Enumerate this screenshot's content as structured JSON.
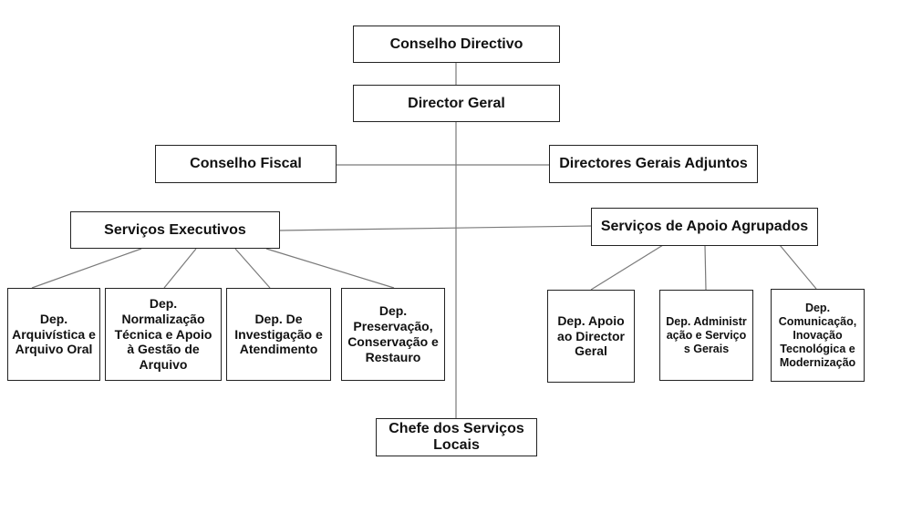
{
  "diagram": {
    "type": "org-chart",
    "top": {
      "board": "Conselho Directivo",
      "director": "Director Geral"
    },
    "second_level": {
      "left": "Conselho Fiscal",
      "right": "Directores Gerais Adjuntos"
    },
    "services": {
      "executive": {
        "label": "Serviços Executivos",
        "departments": [
          "Dep. Arquivística e Arquivo Oral",
          "Dep. Normalização Técnica e Apoio à Gestão de Arquivo",
          "Dep. De Investigação e Atendimento",
          "Dep. Preservação, Conservação e Restauro"
        ]
      },
      "support": {
        "label": "Serviços de Apoio Agrupados",
        "departments": [
          "Dep. Apoio ao Director Geral",
          "Dep. Administração e Serviços Gerais",
          "Dep. Comunicação, Inovação Tecnológica e Modernização"
        ]
      }
    },
    "bottom": "Chefe dos Serviços Locais"
  }
}
